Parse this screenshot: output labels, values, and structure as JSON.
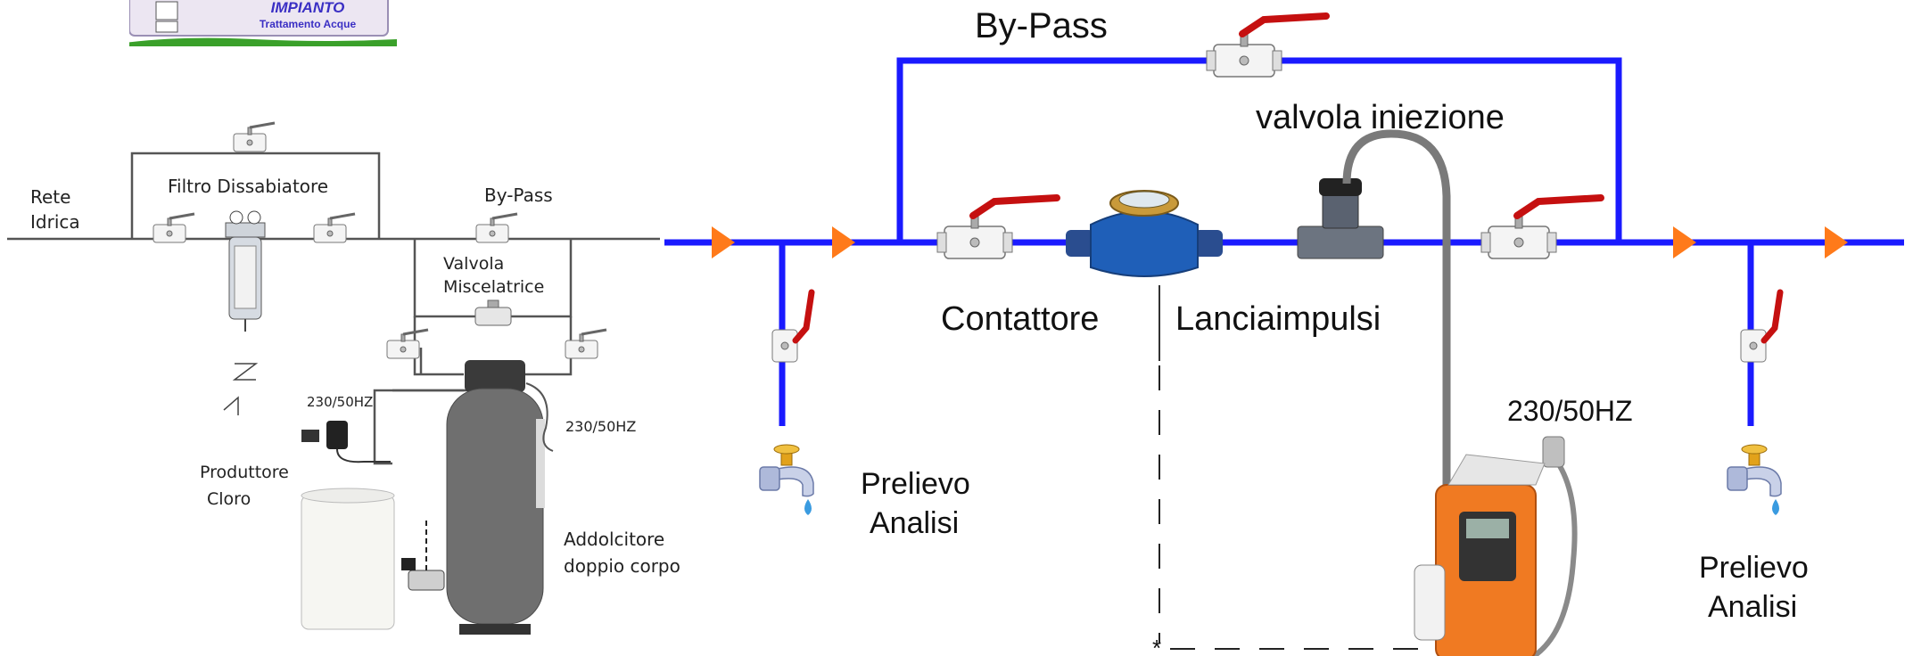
{
  "logo": {
    "line1": "IMPIANTO",
    "line2": "Trattamento Acque"
  },
  "left_diagram": {
    "rete_line1": "Rete",
    "rete_line2": "Idrica",
    "filtro": "Filtro Dissabiatore",
    "bypass": "By-Pass",
    "valvola_line1": "Valvola",
    "valvola_line2": "Miscelatrice",
    "power_small": "230/50HZ",
    "power_softener": "230/50HZ",
    "produttore_line1": "Produttore",
    "produttore_line2": "Cloro",
    "addolcitore_line1": "Addolcitore",
    "addolcitore_line2": "doppio corpo"
  },
  "right_diagram": {
    "bypass": "By-Pass",
    "valvola_iniezione": "valvola iniezione",
    "contattore": "Contattore",
    "lanciaimpulsi": "Lanciaimpulsi",
    "power": "230/50HZ",
    "prelievo_left_line1": "Prelievo",
    "prelievo_left_line2": "Analisi",
    "prelievo_right_line1": "Prelievo",
    "prelievo_right_line2": "Analisi",
    "signal_marker": "*"
  },
  "colors": {
    "pipe_right": "#1a1aff",
    "pipe_left": "#555555",
    "flow_arrow": "#ff7a1a",
    "valve_handle": "#cc1111",
    "pump_body": "#f07a22"
  },
  "icons": [
    "ball-valve-icon",
    "water-meter-icon",
    "injection-valve-icon",
    "tap-icon",
    "dosing-pump-icon",
    "filter-icon",
    "softener-tank-icon",
    "brine-tank-icon",
    "power-plug-icon"
  ]
}
